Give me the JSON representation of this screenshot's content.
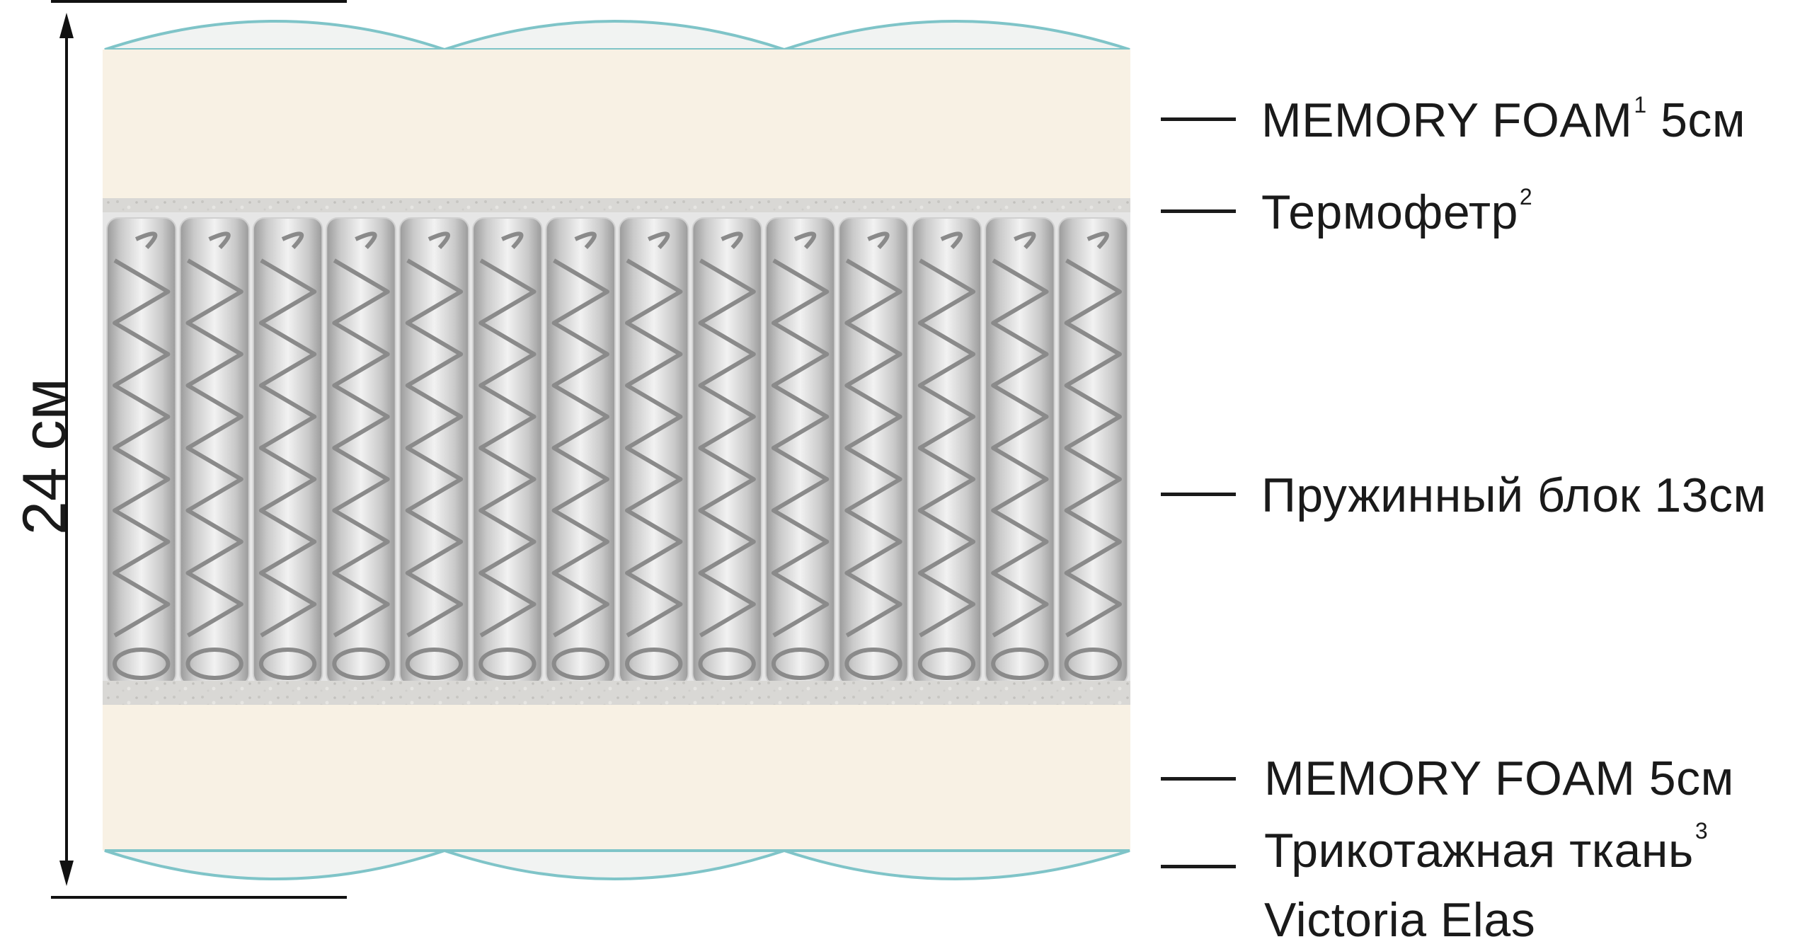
{
  "dimension": {
    "total_height": "24 см"
  },
  "layers": [
    {
      "id": "memory-foam-top",
      "text": "MEMORY FOAM",
      "sup": "1",
      "suffix": " 5см"
    },
    {
      "id": "thermofelt",
      "text": "Термофетр",
      "sup": "2",
      "suffix": ""
    },
    {
      "id": "spring-block",
      "text": "Пружинный блок 13см",
      "sup": "",
      "suffix": ""
    },
    {
      "id": "memory-foam-bottom",
      "text": "MEMORY FOAM 5см",
      "sup": "",
      "suffix": ""
    },
    {
      "id": "fabric",
      "text": "Трикотажная ткань",
      "sup": "3",
      "suffix": ""
    },
    {
      "id": "fabric-name",
      "text": "Victoria Elas",
      "sup": "",
      "suffix": ""
    }
  ],
  "colors": {
    "foam": "#f8f1e4",
    "felt": "#d6d5d2",
    "quilt_outline": "#7fc4c8",
    "quilt_fill": "#f1f3f2",
    "spring_coil": "#8a8a8a",
    "pocket": "#bdbdbd"
  }
}
